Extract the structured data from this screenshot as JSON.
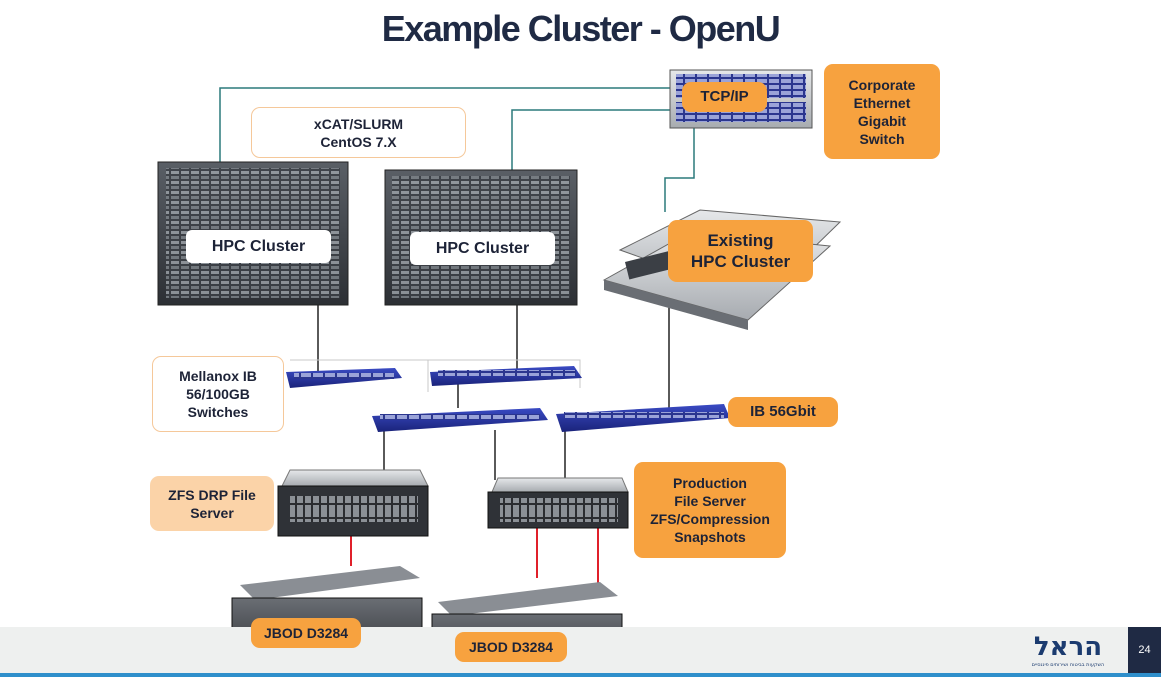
{
  "title": "Example Cluster - OpenU",
  "labels": {
    "tcpip": "TCP/IP",
    "corporate_switch": "Corporate\nEthernet\nGigabit\nSwitch",
    "xcat": "xCAT/SLURM\nCentOS 7.X",
    "hpc_cluster_1": "HPC Cluster",
    "hpc_cluster_2": "HPC Cluster",
    "existing_cluster": "Existing\nHPC Cluster",
    "mellanox": "Mellanox IB\n56/100GB\nSwitches",
    "ib56": "IB 56Gbit",
    "zfs_drp": "ZFS DRP File\nServer",
    "production": "Production\nFile Server\nZFS/Compression\nSnapshots",
    "jbod_1": "JBOD D3284",
    "jbod_2": "JBOD D3284"
  },
  "footer": {
    "page_number": "24",
    "logo_text": "הראל",
    "logo_subtext": "השקעות בביטוח ושירותים פיננסיים"
  },
  "colors": {
    "accent_orange": "#f7a23f",
    "title_navy": "#1f2a44",
    "link_red": "#e0202a",
    "ib_blue": "#23309a",
    "footer_blue": "#2f8fcb"
  }
}
